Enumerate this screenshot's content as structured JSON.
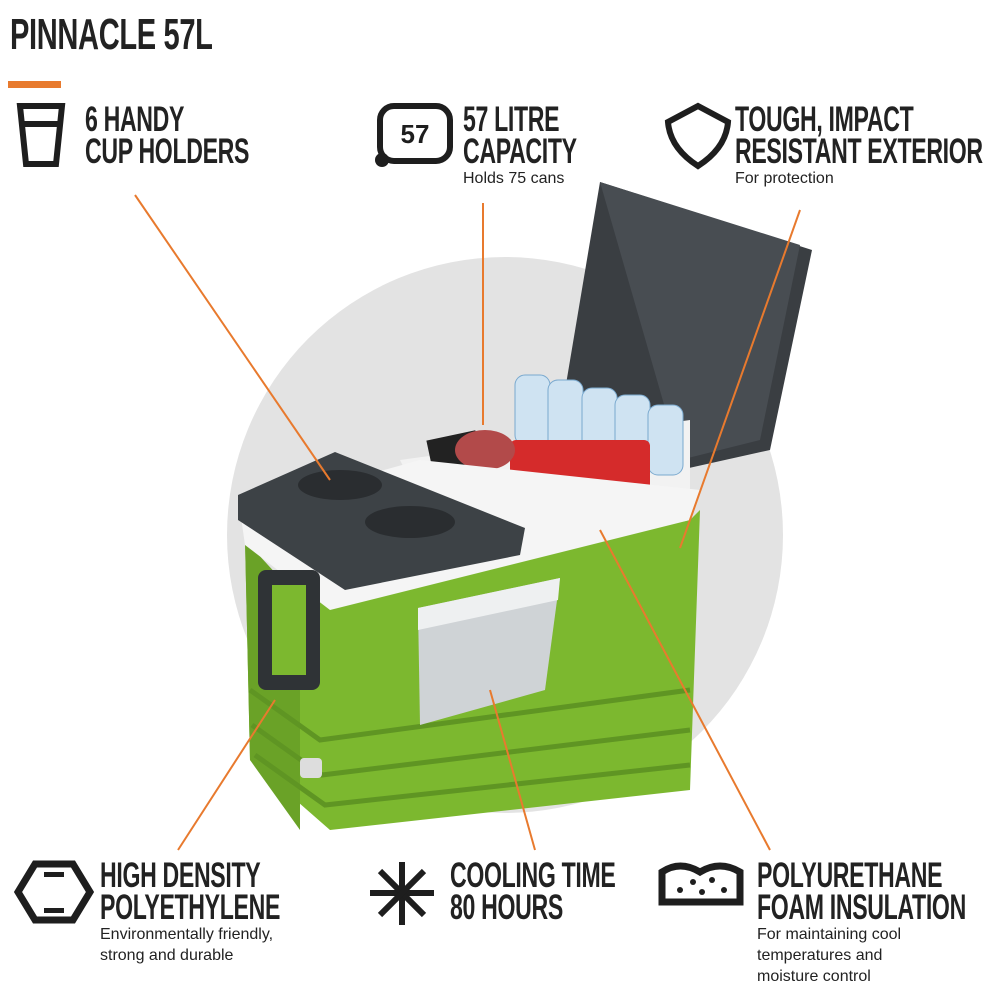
{
  "title": "PINNACLE 57L",
  "accent_color": "#e87a2e",
  "features": {
    "cup_holders": {
      "icon": "cup-icon",
      "line1": "6 HANDY",
      "line2": "CUP HOLDERS"
    },
    "capacity": {
      "icon": "capacity-57-icon",
      "icon_text": "57",
      "line1": "57 LITRE",
      "line2": "CAPACITY",
      "sub": "Holds 75 cans"
    },
    "exterior": {
      "icon": "shield-icon",
      "line1": "TOUGH, IMPACT",
      "line2": "RESISTANT EXTERIOR",
      "sub": "For protection"
    },
    "polyethylene": {
      "icon": "hexagon-icon",
      "line1": "HIGH DENSITY",
      "line2": "POLYETHYLENE",
      "sub1": "Environmentally friendly,",
      "sub2": "strong and durable"
    },
    "cooling": {
      "icon": "snowflake-icon",
      "line1": "COOLING TIME",
      "line2": "80 HOURS"
    },
    "insulation": {
      "icon": "foam-icon",
      "line1": "POLYURETHANE",
      "line2": "FOAM INSULATION",
      "sub1": "For maintaining cool",
      "sub2": "temperatures and",
      "sub3": "moisture control"
    }
  },
  "product_colors": {
    "body": "#7cb82f",
    "lid": "#3d4246",
    "circle": "#e3e3e3"
  }
}
